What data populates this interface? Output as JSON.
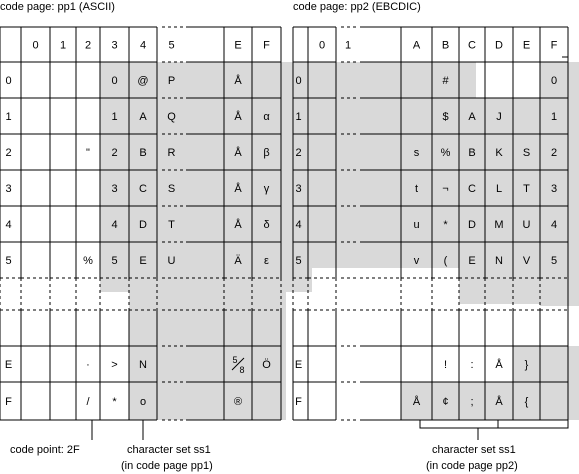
{
  "diagram": {
    "left_panel": {
      "caption": "code page: pp1 (ASCII)",
      "col_headers": [
        "0",
        "1",
        "2",
        "3",
        "4",
        "5",
        "",
        "E",
        "F"
      ],
      "row_headers": [
        "0",
        "1",
        "2",
        "3",
        "4",
        "5",
        "",
        "",
        "E",
        "F"
      ],
      "rows": [
        [
          "",
          "",
          "",
          "0",
          "@",
          "P",
          "",
          "Å",
          ""
        ],
        [
          "",
          "",
          "",
          "1",
          "A",
          "Q",
          "",
          "Å",
          "α"
        ],
        [
          "",
          "",
          "\"",
          "2",
          "B",
          "R",
          "",
          "Å",
          "β"
        ],
        [
          "",
          "",
          "",
          "3",
          "C",
          "S",
          "",
          "Å",
          "γ"
        ],
        [
          "",
          "",
          "",
          "4",
          "D",
          "T",
          "",
          "Å",
          "δ"
        ],
        [
          "",
          "",
          "%",
          "5",
          "E",
          "U",
          "",
          "Ä",
          "ε"
        ],
        [
          "",
          "",
          "",
          "",
          "",
          "",
          "",
          "",
          ""
        ],
        [
          "",
          "",
          "",
          "",
          "",
          "",
          "",
          "",
          ""
        ],
        [
          "",
          "",
          "·",
          ">",
          "N",
          "",
          "",
          "5/8",
          "Ö"
        ],
        [
          "",
          "",
          "/",
          "*",
          "o",
          "",
          "",
          "®",
          ""
        ]
      ]
    },
    "right_panel": {
      "caption": "code page: pp2 (EBCDIC)",
      "col_headers": [
        "0",
        "1",
        "",
        "A",
        "B",
        "C",
        "D",
        "E",
        "F"
      ],
      "row_headers": [
        "0",
        "1",
        "2",
        "3",
        "4",
        "5",
        "",
        "",
        "E",
        "F"
      ],
      "rows": [
        [
          "",
          "",
          "",
          "",
          "#",
          "",
          "",
          "",
          "0"
        ],
        [
          "",
          "",
          "",
          "",
          "$",
          "A",
          "J",
          "",
          "1"
        ],
        [
          "",
          "",
          "",
          "s",
          "%",
          "B",
          "K",
          "S",
          "2"
        ],
        [
          "",
          "",
          "",
          "t",
          "¬",
          "C",
          "L",
          "T",
          "3"
        ],
        [
          "",
          "",
          "",
          "u",
          "*",
          "D",
          "M",
          "U",
          "4"
        ],
        [
          "",
          "",
          "",
          "v",
          "(",
          "E",
          "N",
          "V",
          "5"
        ],
        [
          "",
          "",
          "",
          "",
          "",
          "",
          "",
          "",
          ""
        ],
        [
          "",
          "",
          "",
          "",
          "",
          "",
          "",
          "",
          ""
        ],
        [
          "",
          "",
          "",
          "",
          "!",
          ":",
          "Å",
          "}",
          ""
        ],
        [
          "",
          "",
          "",
          "Å",
          "¢",
          ";",
          "Å",
          "{",
          ""
        ]
      ]
    },
    "labels": {
      "code_point": "code point: 2F",
      "charset_left_1": "character set ss1",
      "charset_left_2": "(in code page pp1)",
      "charset_right_1": "character set ss1",
      "charset_right_2": "(in code page pp2)"
    },
    "colors": {
      "shade": "#d9d9d9",
      "line": "#000000"
    }
  }
}
